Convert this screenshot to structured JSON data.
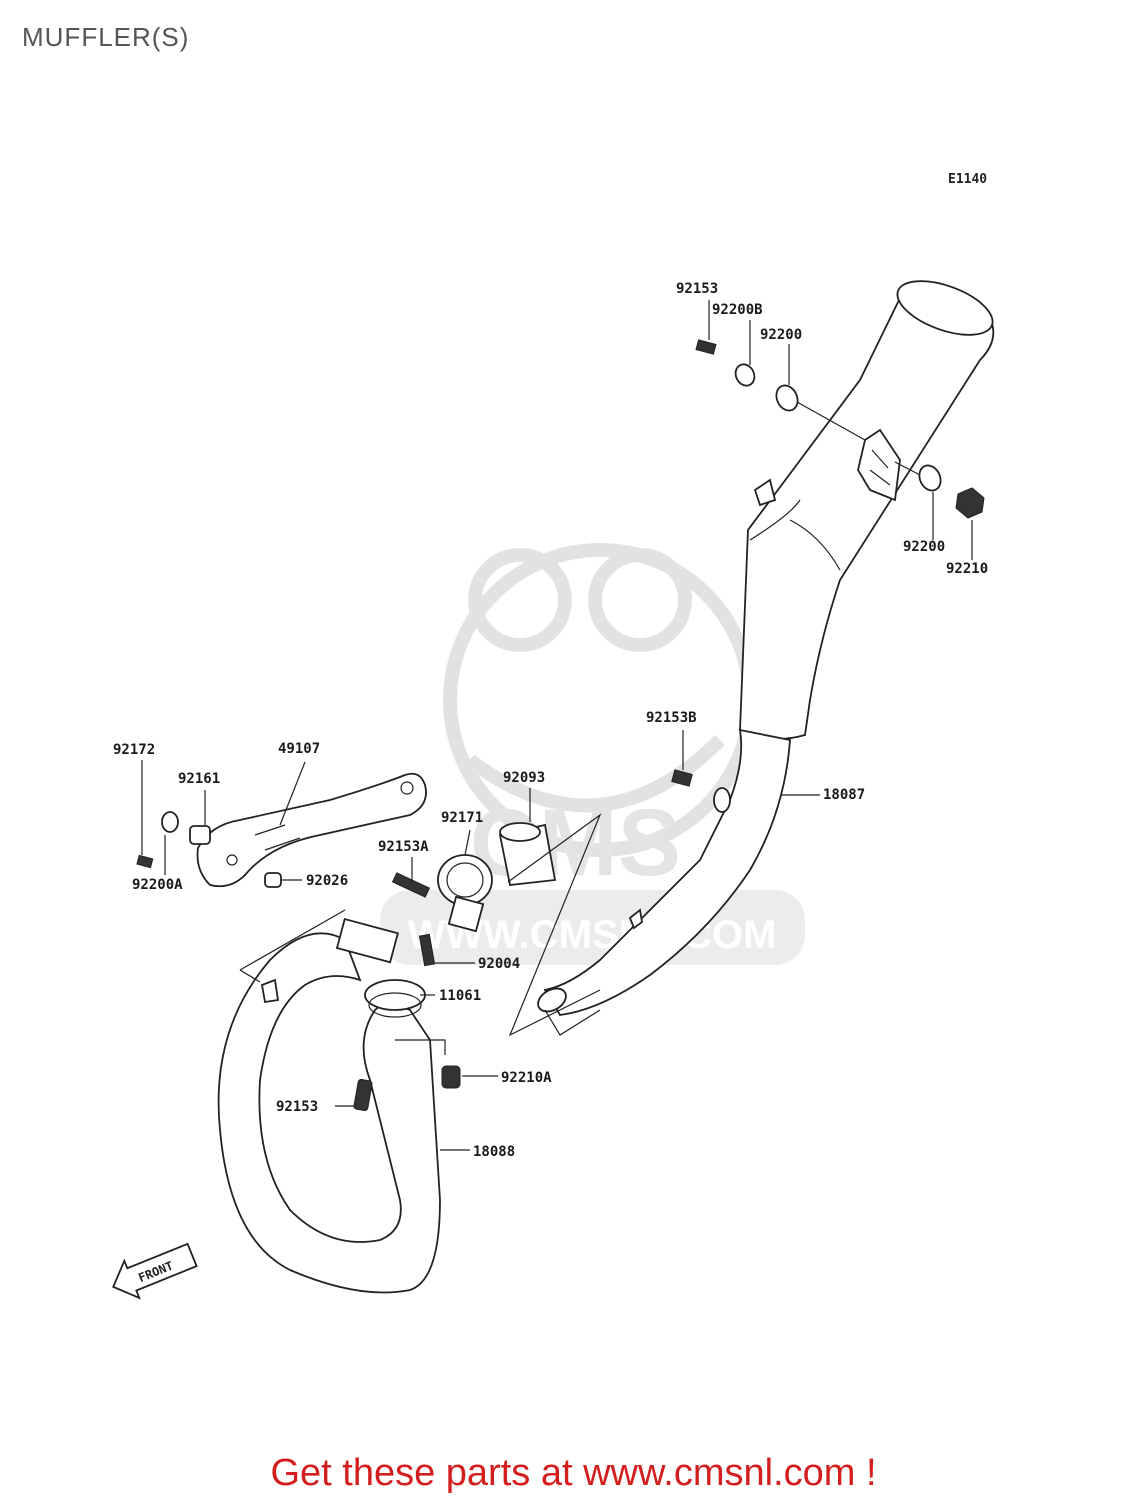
{
  "header": {
    "title": "MUFFLER(S)",
    "diagram_code": "E1140"
  },
  "parts": {
    "p_92153_top": "92153",
    "p_92200B": "92200B",
    "p_92200_top": "92200",
    "p_92200_right": "92200",
    "p_92210": "92210",
    "p_92153B": "92153B",
    "p_18087": "18087",
    "p_92172": "92172",
    "p_92161": "92161",
    "p_49107": "49107",
    "p_92093": "92093",
    "p_92171": "92171",
    "p_92153A": "92153A",
    "p_92200A": "92200A",
    "p_92026": "92026",
    "p_92004": "92004",
    "p_11061": "11061",
    "p_92210A": "92210A",
    "p_92153_low": "92153",
    "p_18088": "18088"
  },
  "front_arrow": {
    "label": "FRONT"
  },
  "watermark": {
    "brand": "CMS",
    "url": "WWW.CMSNL.COM"
  },
  "footer": {
    "link_text": "Get these parts at www.cmsnl.com !",
    "link_color": "#d41e1e"
  }
}
